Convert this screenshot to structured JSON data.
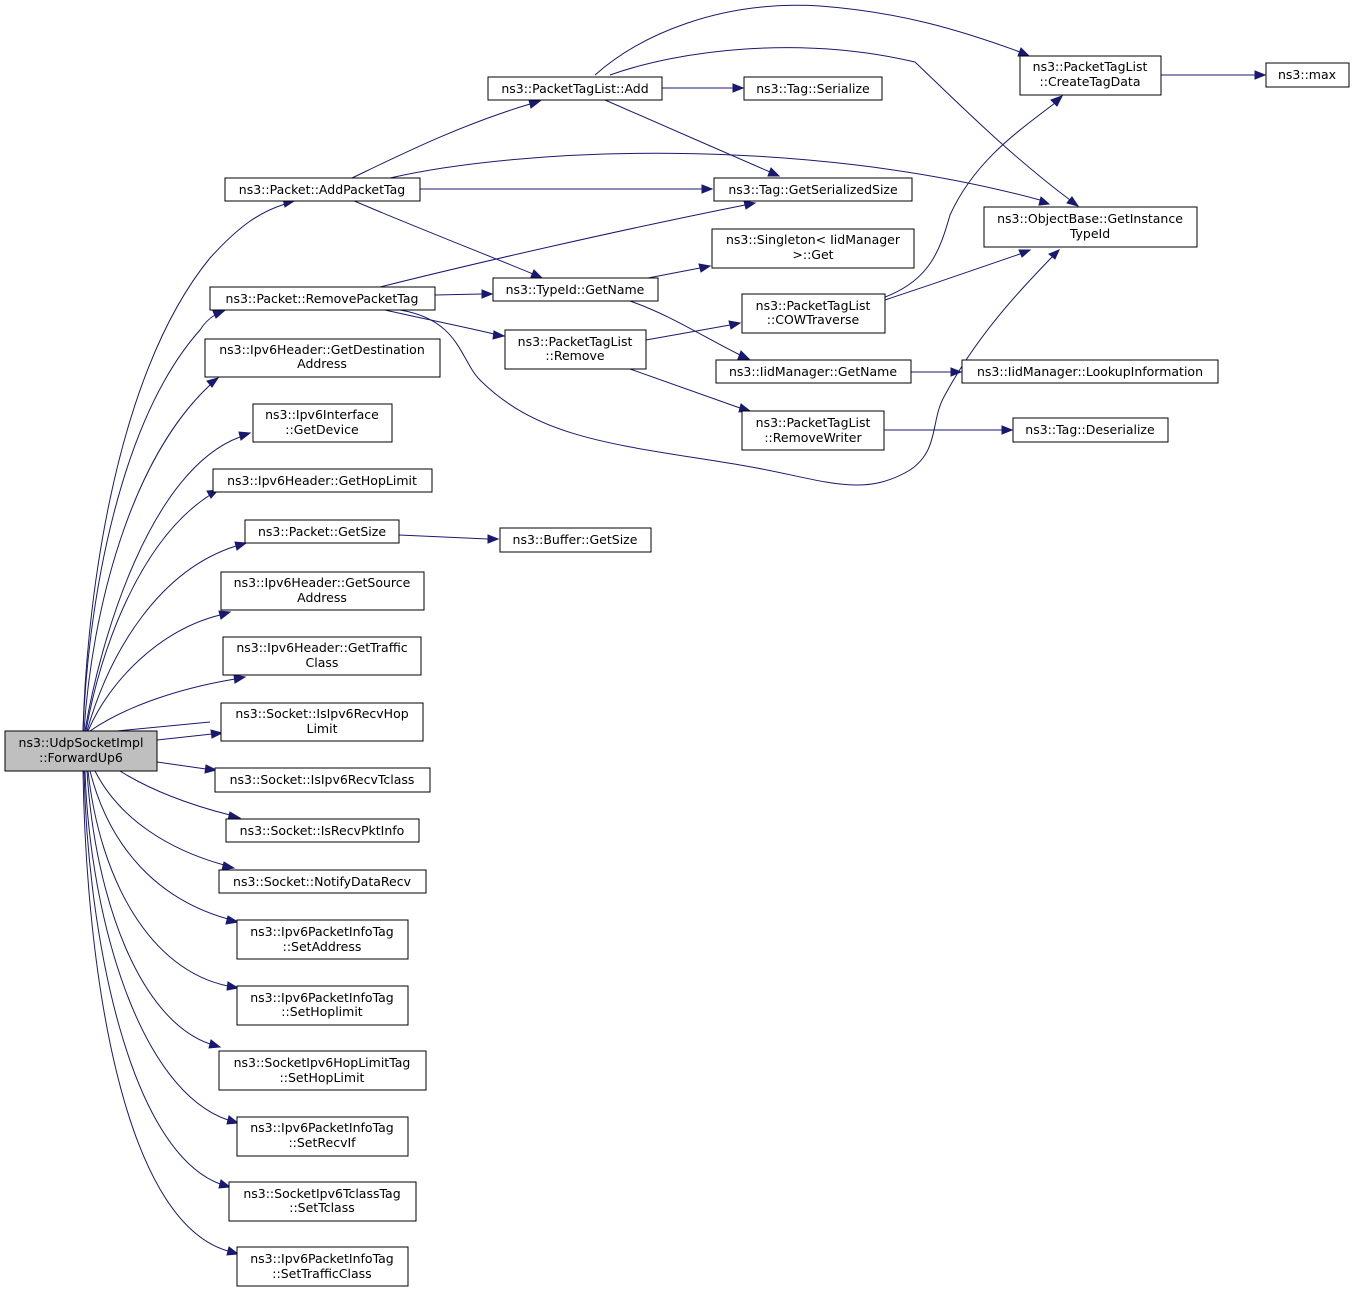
{
  "colors": {
    "edge": "#191970",
    "root_fill": "#bfbfbf",
    "node_fill": "#ffffff",
    "border": "#000000"
  },
  "nodes": {
    "forwardup6": [
      "ns3::UdpSocketImpl",
      "::ForwardUp6"
    ],
    "addpackettag": [
      "ns3::Packet::AddPacketTag"
    ],
    "removepackettag": [
      "ns3::Packet::RemovePacketTag"
    ],
    "getdest": [
      "ns3::Ipv6Header::GetDestination",
      "Address"
    ],
    "getdevice": [
      "ns3::Ipv6Interface",
      "::GetDevice"
    ],
    "gethoplimit": [
      "ns3::Ipv6Header::GetHopLimit"
    ],
    "packetgetsize": [
      "ns3::Packet::GetSize"
    ],
    "getsource": [
      "ns3::Ipv6Header::GetSource",
      "Address"
    ],
    "gettraffic": [
      "ns3::Ipv6Header::GetTraffic",
      "Class"
    ],
    "isrecvhop": [
      "ns3::Socket::IsIpv6RecvHop",
      "Limit"
    ],
    "isrecvtclass": [
      "ns3::Socket::IsIpv6RecvTclass"
    ],
    "isrecvpktinfo": [
      "ns3::Socket::IsRecvPktInfo"
    ],
    "notifydatarecv": [
      "ns3::Socket::NotifyDataRecv"
    ],
    "setaddress": [
      "ns3::Ipv6PacketInfoTag",
      "::SetAddress"
    ],
    "sethoplimit1": [
      "ns3::Ipv6PacketInfoTag",
      "::SetHoplimit"
    ],
    "sethoplimit2": [
      "ns3::SocketIpv6HopLimitTag",
      "::SetHopLimit"
    ],
    "setrecvif": [
      "ns3::Ipv6PacketInfoTag",
      "::SetRecvIf"
    ],
    "settclass": [
      "ns3::SocketIpv6TclassTag",
      "::SetTclass"
    ],
    "settrafficclass": [
      "ns3::Ipv6PacketInfoTag",
      "::SetTrafficClass"
    ],
    "taglistadd": [
      "ns3::PacketTagList::Add"
    ],
    "typeidgetname": [
      "ns3::TypeId::GetName"
    ],
    "taglistremove": [
      "ns3::PacketTagList",
      "::Remove"
    ],
    "buffergetsize": [
      "ns3::Buffer::GetSize"
    ],
    "tagserialize": [
      "ns3::Tag::Serialize"
    ],
    "tagserializedsize": [
      "ns3::Tag::GetSerializedSize"
    ],
    "singletonget": [
      "ns3::Singleton< IidManager",
      ">::Get"
    ],
    "cowtraverse": [
      "ns3::PacketTagList",
      "::COWTraverse"
    ],
    "iidgetname": [
      "ns3::IidManager::GetName"
    ],
    "removewriter": [
      "ns3::PacketTagList",
      "::RemoveWriter"
    ],
    "createtagdata": [
      "ns3::PacketTagList",
      "::CreateTagData"
    ],
    "getinstancetypeid": [
      "ns3::ObjectBase::GetInstance",
      "TypeId"
    ],
    "lookupinfo": [
      "ns3::IidManager::LookupInformation"
    ],
    "tagdeserialize": [
      "ns3::Tag::Deserialize"
    ],
    "max": [
      "ns3::max"
    ]
  }
}
